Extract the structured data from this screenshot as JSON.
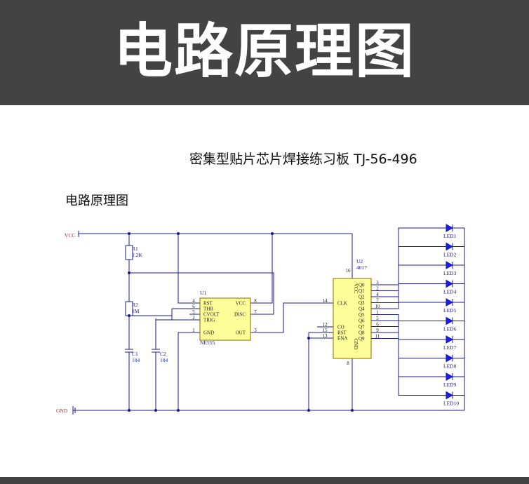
{
  "banner": {
    "title": "电路原理图"
  },
  "board": {
    "title": "密集型贴片芯片焊接练习板  TJ-56-496"
  },
  "section": {
    "title": "电路原理图"
  },
  "power": {
    "vcc": "VCC",
    "gnd": "GND"
  },
  "resistors": [
    {
      "ref": "R1",
      "value": "2.2K"
    },
    {
      "ref": "R2",
      "value": "1M"
    }
  ],
  "capacitors": [
    {
      "ref": "C1",
      "value": "104"
    },
    {
      "ref": "C2",
      "value": "104"
    }
  ],
  "u1": {
    "ref": "U1",
    "part": "NE555",
    "left_pins": [
      {
        "name": "RST",
        "num": "4"
      },
      {
        "name": "THR",
        "num": "6"
      },
      {
        "name": "CVOLT",
        "num": "5"
      },
      {
        "name": "TRIG",
        "num": "2"
      },
      {
        "name": "GND",
        "num": "1"
      }
    ],
    "right_pins": [
      {
        "name": "VCC",
        "num": "8"
      },
      {
        "name": "DISC",
        "num": "7"
      },
      {
        "name": "OUT",
        "num": "3"
      }
    ]
  },
  "u2": {
    "ref": "U2",
    "part": "4017",
    "vcc_name": "VCC",
    "vcc_num": "16",
    "gnd_name": "GND",
    "gnd_num": "8",
    "left_pins": [
      {
        "name": "CLK",
        "num": "14"
      },
      {
        "name": "CO",
        "num": "12"
      },
      {
        "name": "RST",
        "num": "15"
      },
      {
        "name": "ENA",
        "num": "13"
      }
    ],
    "outputs": [
      {
        "name": "Q0",
        "num": "3"
      },
      {
        "name": "Q1",
        "num": "2"
      },
      {
        "name": "Q2",
        "num": "4"
      },
      {
        "name": "Q3",
        "num": "7"
      },
      {
        "name": "Q4",
        "num": "10"
      },
      {
        "name": "Q5",
        "num": "1"
      },
      {
        "name": "Q6",
        "num": "5"
      },
      {
        "name": "Q7",
        "num": "6"
      },
      {
        "name": "Q8",
        "num": "9"
      },
      {
        "name": "Q9",
        "num": "11"
      }
    ]
  },
  "leds": [
    "LED1",
    "LED2",
    "LED3",
    "LED4",
    "LED5",
    "LED6",
    "LED7",
    "LED8",
    "LED9",
    "LED10"
  ]
}
